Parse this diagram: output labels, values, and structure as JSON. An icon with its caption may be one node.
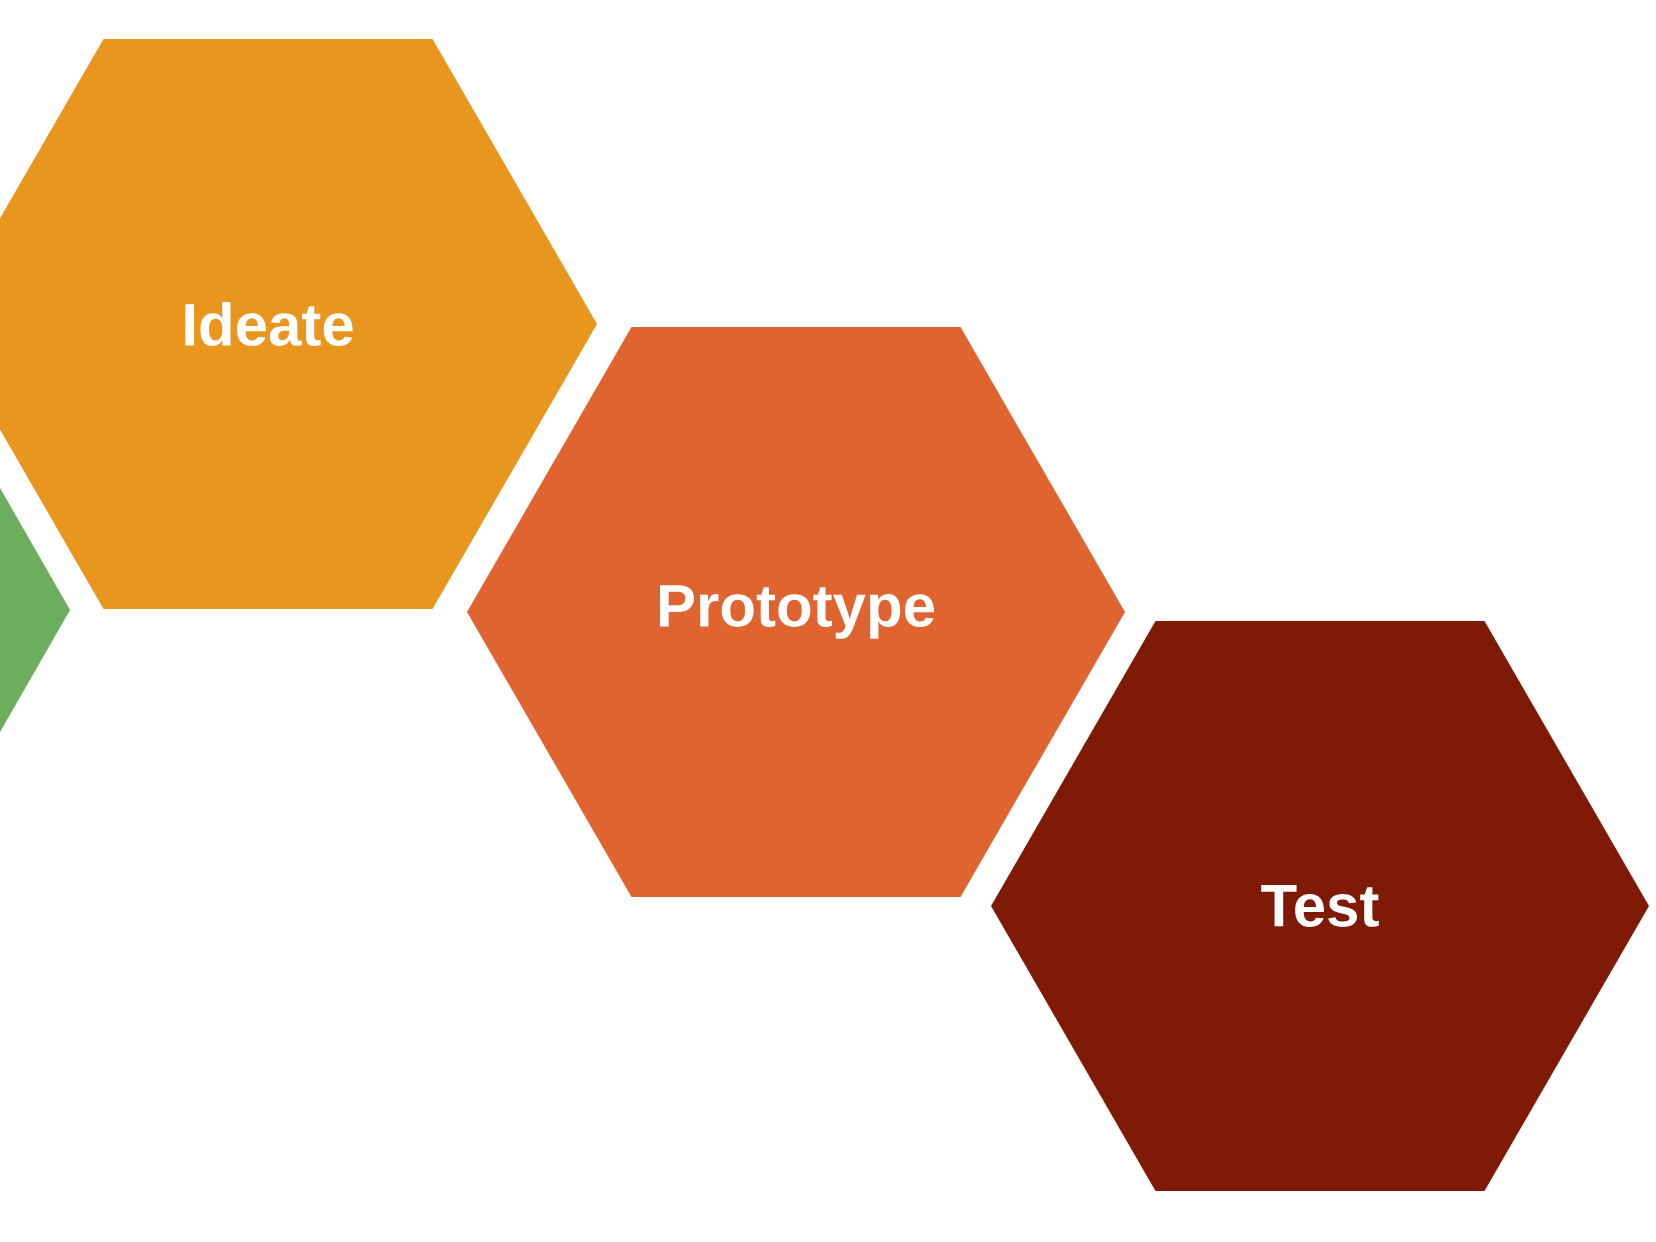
{
  "diagram": {
    "nodes": [
      {
        "text": [],
        "shape": "hexagon"
      },
      {
        "text": [
          "Ideate"
        ]
      },
      {
        "text": [
          "Prototype"
        ]
      },
      {
        "text": [
          "Test"
        ]
      }
    ]
  }
}
